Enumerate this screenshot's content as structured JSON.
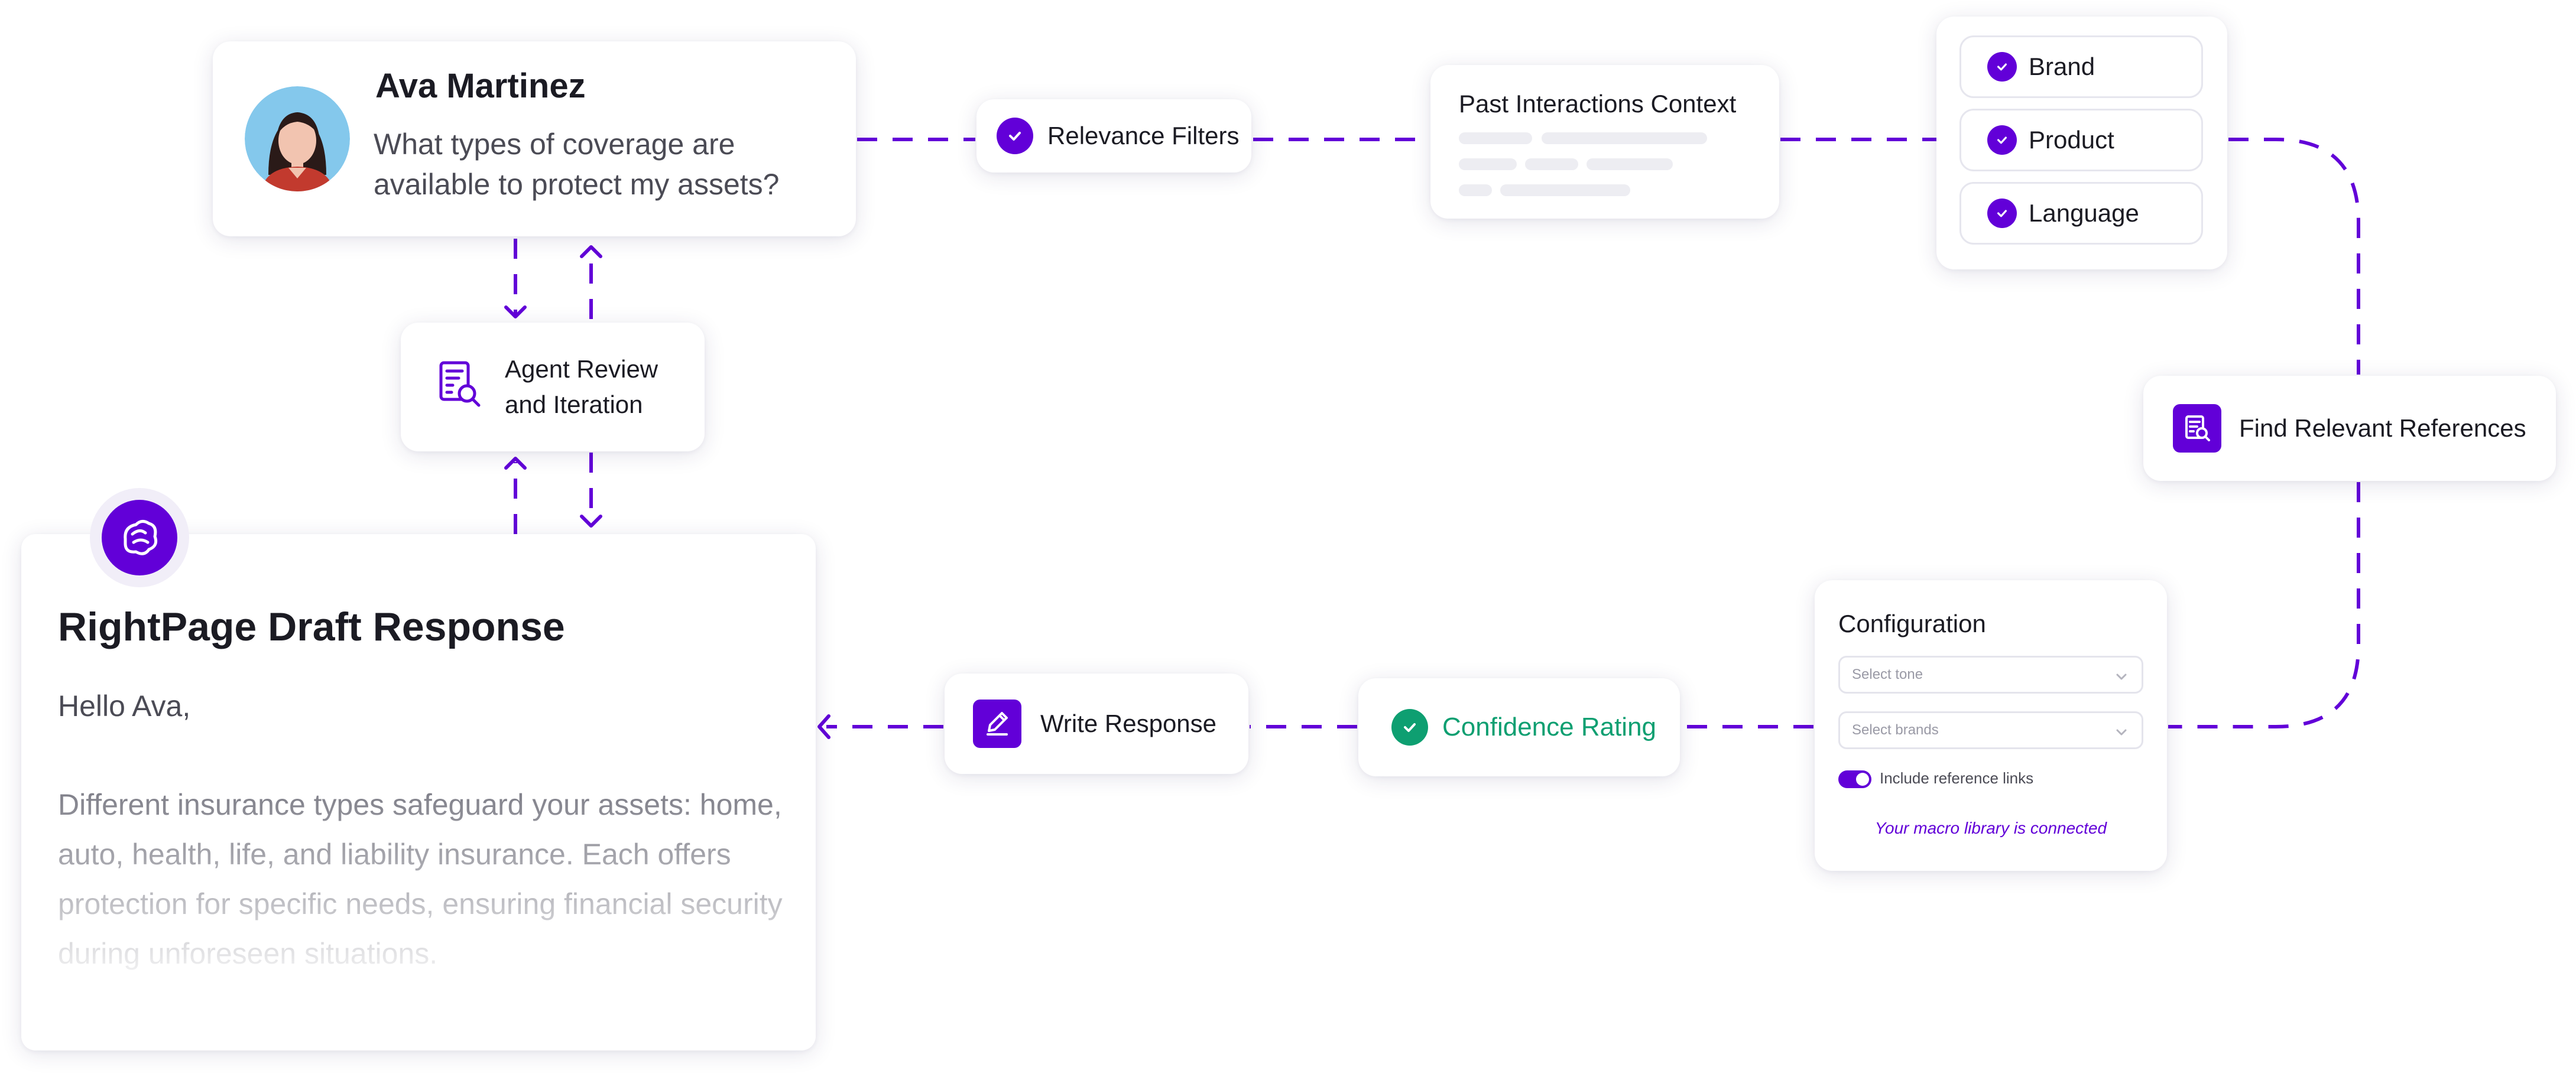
{
  "user": {
    "name": "Ava Martinez",
    "question": "What types of  coverage are available to protect my assets?"
  },
  "relevance": {
    "label": "Relevance Filters"
  },
  "past_interactions": {
    "title": "Past Interactions Context"
  },
  "filters": {
    "items": [
      "Brand",
      "Product",
      "Language"
    ]
  },
  "find_references": {
    "label": "Find Relevant References"
  },
  "configuration": {
    "title": "Configuration",
    "tone_placeholder": "Select tone",
    "brands_placeholder": "Select brands",
    "toggle_label": "Include reference links",
    "toggle_on": true,
    "note": "Your macro library is connected"
  },
  "confidence": {
    "label": "Confidence Rating"
  },
  "write_response": {
    "label": "Write Response"
  },
  "agent_review": {
    "label": "Agent Review and Iteration"
  },
  "draft": {
    "title": "RightPage Draft Response",
    "greeting": "Hello Ava,",
    "body": "Different insurance types safeguard your assets: home, auto, health, life, and liability insurance. Each offers protection for specific needs, ensuring financial security during unforeseen situations."
  },
  "colors": {
    "accent": "#6200d8",
    "success": "#0e9f71",
    "text": "#1b1b23"
  },
  "icons": {
    "avatar": "user-avatar",
    "check": "check-circle-icon",
    "document_search": "document-search-icon",
    "pen": "pen-icon",
    "logo": "rightpage-logo"
  }
}
